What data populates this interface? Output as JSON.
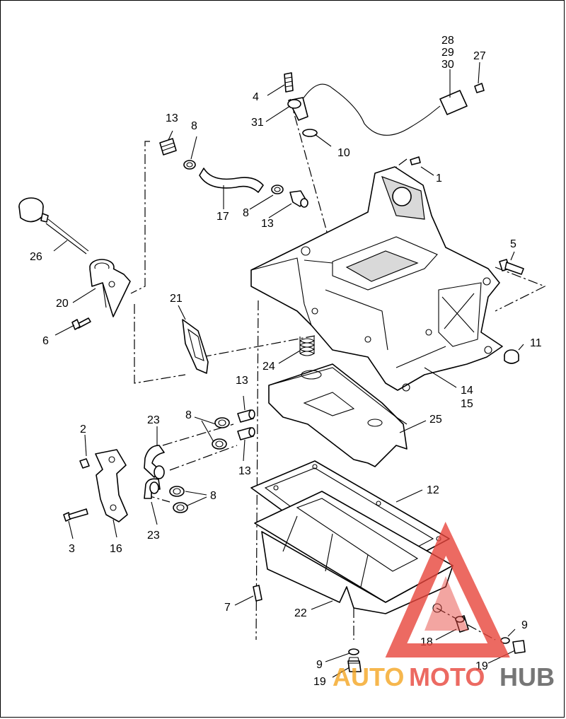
{
  "diagram": {
    "callouts": {
      "c1": "1",
      "c2": "2",
      "c3": "3",
      "c4": "4",
      "c5": "5",
      "c6": "6",
      "c7": "7",
      "c8a": "8",
      "c8b": "8",
      "c8c": "8",
      "c8d": "8",
      "c9a": "9",
      "c9b": "9",
      "c10": "10",
      "c11": "11",
      "c12": "12",
      "c13a": "13",
      "c13b": "13",
      "c13c": "13",
      "c13d": "13",
      "c14": "14",
      "c15": "15",
      "c16": "16",
      "c17": "17",
      "c18": "18",
      "c19a": "19",
      "c19b": "19",
      "c20": "20",
      "c21": "21",
      "c22": "22",
      "c23a": "23",
      "c23b": "23",
      "c24": "24",
      "c25": "25",
      "c26": "26",
      "c27": "27",
      "c28": "28",
      "c29": "29",
      "c30": "30",
      "c31": "31"
    }
  },
  "watermark": {
    "text_auto": "AUTO",
    "text_moto": "MOTO",
    "text_hub": "HUB",
    "color_auto": "#f5a623",
    "color_moto": "#e8453c",
    "color_hub": "#555555"
  }
}
